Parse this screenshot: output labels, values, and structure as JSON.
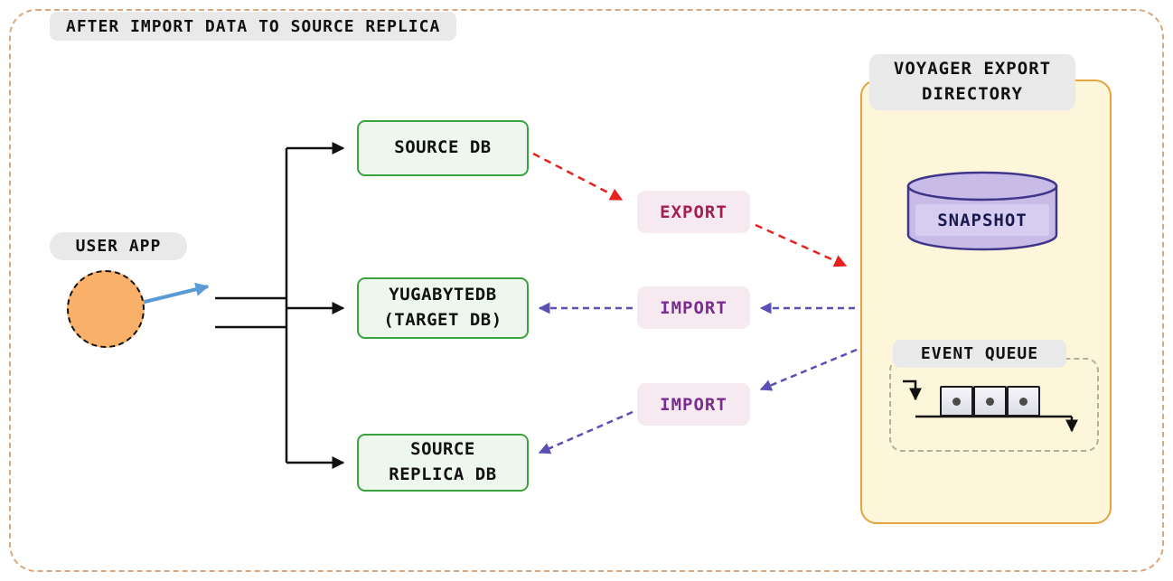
{
  "title": "AFTER IMPORT DATA TO SOURCE REPLICA",
  "user_app": {
    "label": "USER APP"
  },
  "nodes": {
    "source_db": "SOURCE DB",
    "target_db": "YUGABYTEDB\n(TARGET DB)",
    "source_replica_db": "SOURCE\nREPLICA DB"
  },
  "flows": {
    "export_label": "EXPORT",
    "import_target_label": "IMPORT",
    "import_replica_label": "IMPORT"
  },
  "voyager": {
    "title": "VOYAGER EXPORT\nDIRECTORY",
    "snapshot_label": "SNAPSHOT",
    "event_queue_label": "EVENT QUEUE",
    "queue_items": 3
  },
  "colors": {
    "outer_border": "#d9a87e",
    "pill_bg": "#e9e9e9",
    "node_border": "#3aa23e",
    "node_bg": "#edf7ed",
    "flow_label_bg": "#f7e9f0",
    "export_text": "#a61e4d",
    "import_text": "#7b2d8f",
    "export_arrow": "#e8211d",
    "import_arrow": "#5b4fb5",
    "branch_lines": "#111111",
    "voyager_bg": "#fdf6da",
    "voyager_border": "#e5a33c",
    "snapshot_fill": "#c8bbe8",
    "snapshot_border": "#3f3689",
    "user_app_fill": "#f9b169",
    "user_arrow": "#5b9bd5"
  }
}
